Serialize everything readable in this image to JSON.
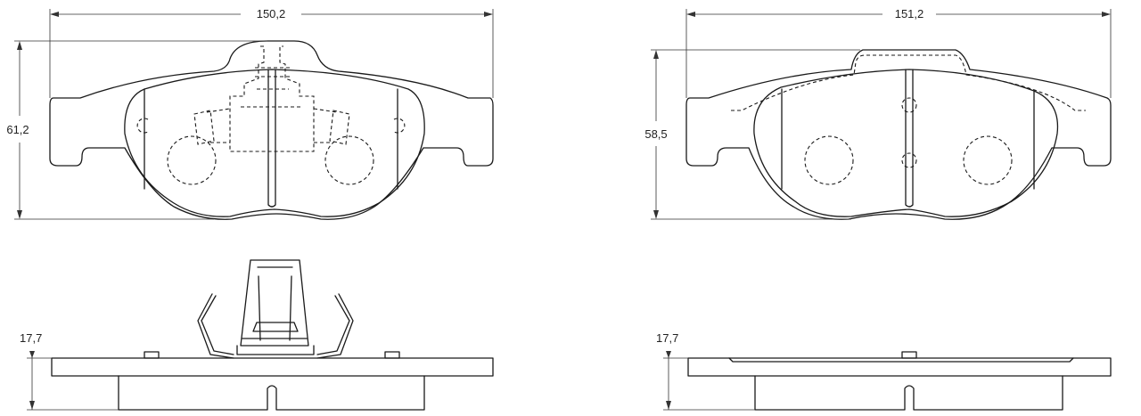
{
  "dimensions": {
    "left_width": "150,2",
    "left_height": "61,2",
    "right_width": "151,2",
    "right_height": "58,5",
    "left_thickness": "17,7",
    "right_thickness": "17,7"
  },
  "colors": {
    "line": "#1a1a1a",
    "background": "#ffffff"
  }
}
